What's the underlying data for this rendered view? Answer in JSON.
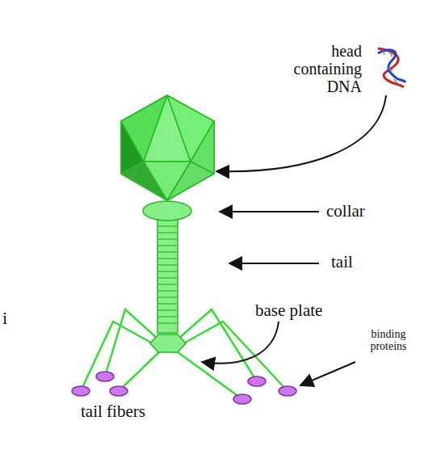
{
  "diagram": {
    "labels": [
      "head containing DNA",
      "collar",
      "tail",
      "base plate",
      "binding proteins",
      "tail fibers",
      "i"
    ]
  }
}
